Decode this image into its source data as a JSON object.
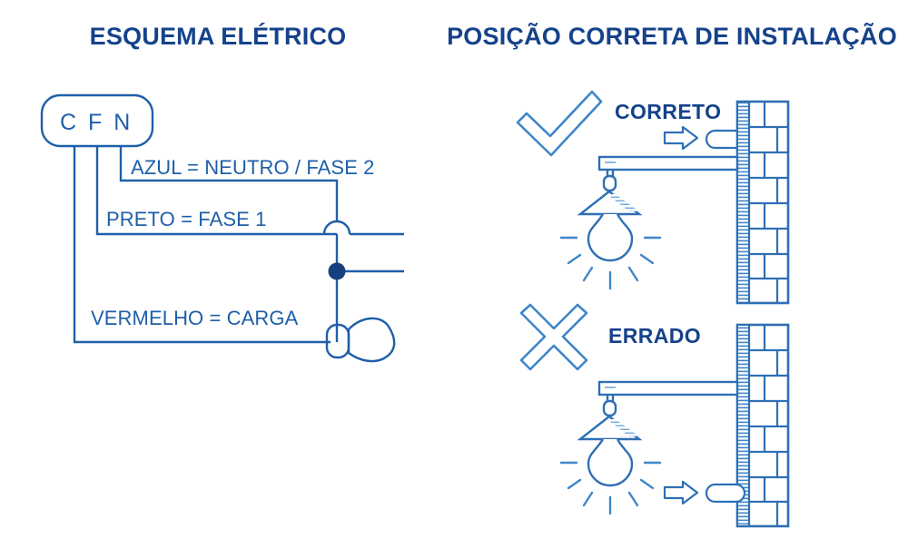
{
  "page": {
    "background_color": "#ffffff",
    "ink_color": "#1f5fa9",
    "title_color": "#15428b",
    "accent_dark": "#16417e"
  },
  "left_panel": {
    "title": "ESQUEMA ELÉTRICO",
    "terminal_box": {
      "label": "C F N",
      "terminals": [
        "C",
        "F",
        "N"
      ]
    },
    "wires": [
      {
        "name": "azul",
        "label": "AZUL = NEUTRO / FASE 2"
      },
      {
        "name": "preto",
        "label": "PRETO = FASE 1"
      },
      {
        "name": "vermelho",
        "label": "VERMELHO = CARGA"
      }
    ],
    "symbols": {
      "junction_dot": "junction-dot",
      "wire_hop": "wire-hop",
      "lamp": "lamp-symbol"
    }
  },
  "right_panel": {
    "title": "POSIÇÃO CORRETA DE INSTALAÇÃO",
    "cases": [
      {
        "id": "correto",
        "mark": "check-mark",
        "label": "CORRETO",
        "arrow": "arrow-right-icon",
        "cable_entry": "cable-capsule",
        "entry_position": "above-fixture",
        "wall": "brick-wall",
        "fixture": "wall-lamp"
      },
      {
        "id": "errado",
        "mark": "cross-mark",
        "label": "ERRADO",
        "arrow": "arrow-right-icon",
        "cable_entry": "cable-capsule",
        "entry_position": "below-fixture",
        "wall": "brick-wall",
        "fixture": "wall-lamp"
      }
    ]
  }
}
